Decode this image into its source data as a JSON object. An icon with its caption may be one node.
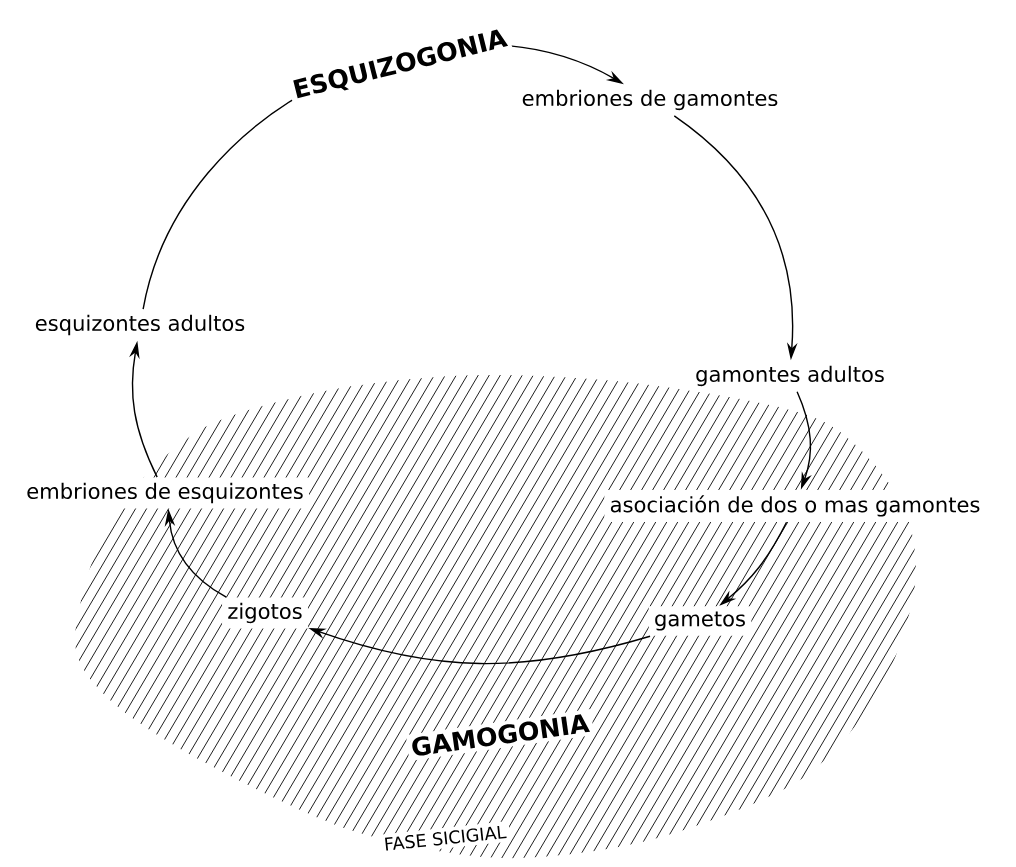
{
  "diagram": {
    "nodes": [
      {
        "text": [
          "embriones de gamontes"
        ]
      },
      {
        "text": [
          "gamontes adultos"
        ]
      },
      {
        "text": [
          "asociación de dos o mas gamontes"
        ]
      },
      {
        "text": [
          "gametos"
        ]
      },
      {
        "text": [
          "zigotos"
        ]
      },
      {
        "text": [
          "embriones de esquizontes"
        ]
      },
      {
        "text": [
          "esquizontes adultos"
        ]
      }
    ],
    "edges": [
      {
        "from": 6,
        "to": 0,
        "arrow": "to"
      },
      {
        "from": 0,
        "to": 1,
        "arrow": "to"
      },
      {
        "from": 1,
        "to": 2,
        "arrow": "to"
      },
      {
        "from": 2,
        "to": 3,
        "arrow": "to"
      },
      {
        "from": 3,
        "to": 4,
        "arrow": "to"
      },
      {
        "from": 4,
        "to": 5,
        "arrow": "to"
      },
      {
        "from": 5,
        "to": 6,
        "arrow": "to"
      }
    ],
    "labels": [
      "ESQUIZOGONIA",
      "GAMOGONIA",
      "FASE SICIGIAL"
    ]
  }
}
